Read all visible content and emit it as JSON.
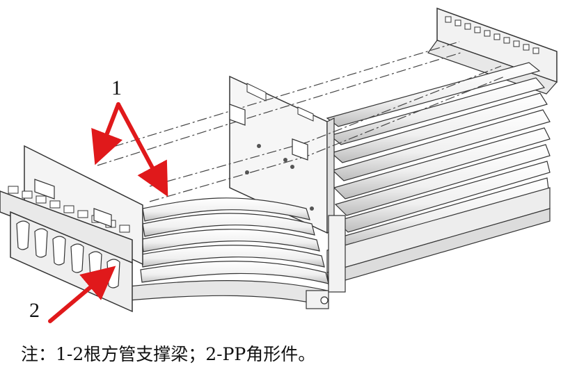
{
  "callouts": {
    "label_1": "1",
    "label_2": "2"
  },
  "caption": "注：1-2根方管支撑梁；2-PP角形件。",
  "colors": {
    "line": "#333333",
    "arrow": "#e0191b",
    "tube": "#f4f4f4"
  }
}
